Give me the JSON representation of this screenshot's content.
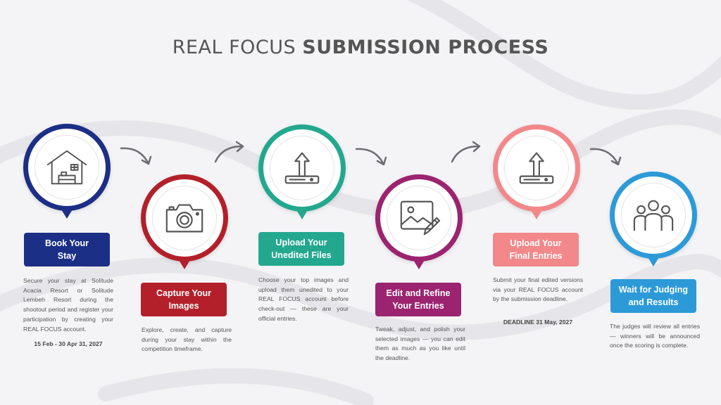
{
  "title": {
    "light": "REAL FOCUS ",
    "bold": "SUBMISSION PROCESS"
  },
  "colors": {
    "step1": "#1c2f87",
    "step2": "#b3202a",
    "step3": "#23a88f",
    "step4": "#9c2370",
    "step5": "#f2888a",
    "step6": "#2d9ad8",
    "arrow": "#6e6e73",
    "text": "#555555"
  },
  "steps": [
    {
      "icon": "house-bed-icon",
      "label_line1": "Book Your",
      "label_line2": "Stay",
      "description": "Secure your stay at Solitude Acacia Resort or Solitude Lembeh Resort during the shootout period and register your participation by creating your REAL FOCUS account.",
      "date": "15 Feb - 30 Apr 31, 2027"
    },
    {
      "icon": "camera-icon",
      "label_line1": "Capture Your",
      "label_line2": "Images",
      "description": "Explore, create, and capture during your stay within the competition timeframe.",
      "date": ""
    },
    {
      "icon": "upload-icon",
      "label_line1": "Upload Your",
      "label_line2": "Unedited Files",
      "description": "Choose your top images and upload them unedited to your REAL FOCUS account before check-out — these are your official entries.",
      "date": ""
    },
    {
      "icon": "edit-image-icon",
      "label_line1": "Edit and Refine",
      "label_line2": "Your Entries",
      "description": "Tweak, adjust, and polish your selected images — you can edit them as much as you like until the deadline.",
      "date": ""
    },
    {
      "icon": "upload-icon",
      "label_line1": "Upload Your",
      "label_line2": "Final Entries",
      "description": "Submit your final edited versions via your REAL FOCUS account by the submission deadline.",
      "date": "DEADLINE 31 May, 2027"
    },
    {
      "icon": "group-people-icon",
      "label_line1": "Wait for Judging",
      "label_line2": "and Results",
      "description": "The judges will review all entries — winners will be announced once the scoring is complete.",
      "date": ""
    }
  ]
}
